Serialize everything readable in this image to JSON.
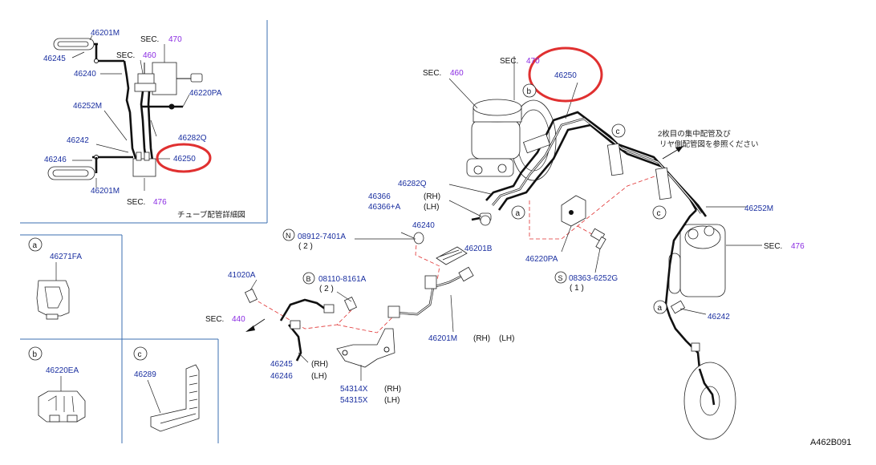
{
  "diagram_id": "A462B091",
  "inset": {
    "caption": "チューブ配管詳細図",
    "labels": {
      "p46201M_top": "46201M",
      "p46245": "46245",
      "sec_label": "SEC.",
      "sec470": "470",
      "sec460": "460",
      "p46240": "46240",
      "p46220PA": "46220PA",
      "p46252M": "46252M",
      "p46282Q": "46282Q",
      "p46242": "46242",
      "p46250": "46250",
      "p46246": "46246",
      "p46201M_bottom": "46201M",
      "sec476": "476"
    }
  },
  "main": {
    "note_line1": "2枚目の集中配管及び",
    "note_line2": "リヤ側配管図を参照ください",
    "labels": {
      "sec_label": "SEC.",
      "sec460": "460",
      "sec470": "470",
      "p46250": "46250",
      "p46282Q": "46282Q",
      "p46366": "46366",
      "p46366A": "46366+A",
      "rh": "(RH)",
      "lh": "(LH)",
      "p46240": "46240",
      "p08912": "08912-7401A",
      "qty2": "( 2 )",
      "qty1": "( 1 )",
      "p46201B": "46201B",
      "p46220PA": "46220PA",
      "p08363": "08363-6252G",
      "p46252M": "46252M",
      "sec476": "476",
      "p46242": "46242",
      "p41020A": "41020A",
      "p08110": "08110-8161A",
      "sec440": "440",
      "p46245": "46245",
      "p46246": "46246",
      "p54314X": "54314X",
      "p54315X": "54315X",
      "p46201M": "46201M",
      "letter_a": "a",
      "letter_c": "c",
      "letter_N": "N",
      "letter_B": "B",
      "letter_S": "S"
    }
  },
  "panels": {
    "a": {
      "letter": "a",
      "part": "46271FA"
    },
    "b": {
      "letter": "b",
      "part": "46220EA"
    },
    "c": {
      "letter": "c",
      "part": "46289"
    }
  },
  "colors": {
    "part_number": "#1a2fa0",
    "section_number": "#8a2be2",
    "highlight_circle": "#e03030",
    "frame": "#3b6fb0"
  }
}
